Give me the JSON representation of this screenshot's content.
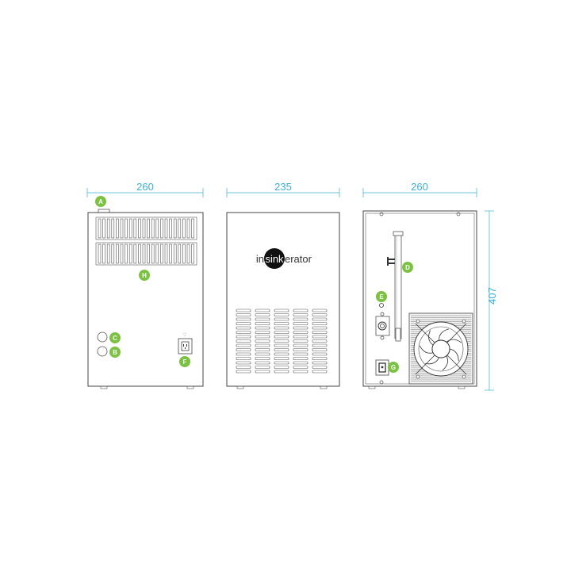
{
  "dimensions": {
    "front_width": "260",
    "side_width": "235",
    "back_width": "260",
    "height": "407"
  },
  "brand": {
    "prefix": "in",
    "highlight": "sink",
    "suffix": "erator"
  },
  "callouts": {
    "A": "A",
    "B": "B",
    "C": "C",
    "D": "D",
    "E": "E",
    "F": "F",
    "G": "G",
    "H": "H"
  },
  "colors": {
    "dimension": "#3bb0d6",
    "callout": "#7cc242",
    "outline": "#444444",
    "brand_circle": "#111111"
  }
}
